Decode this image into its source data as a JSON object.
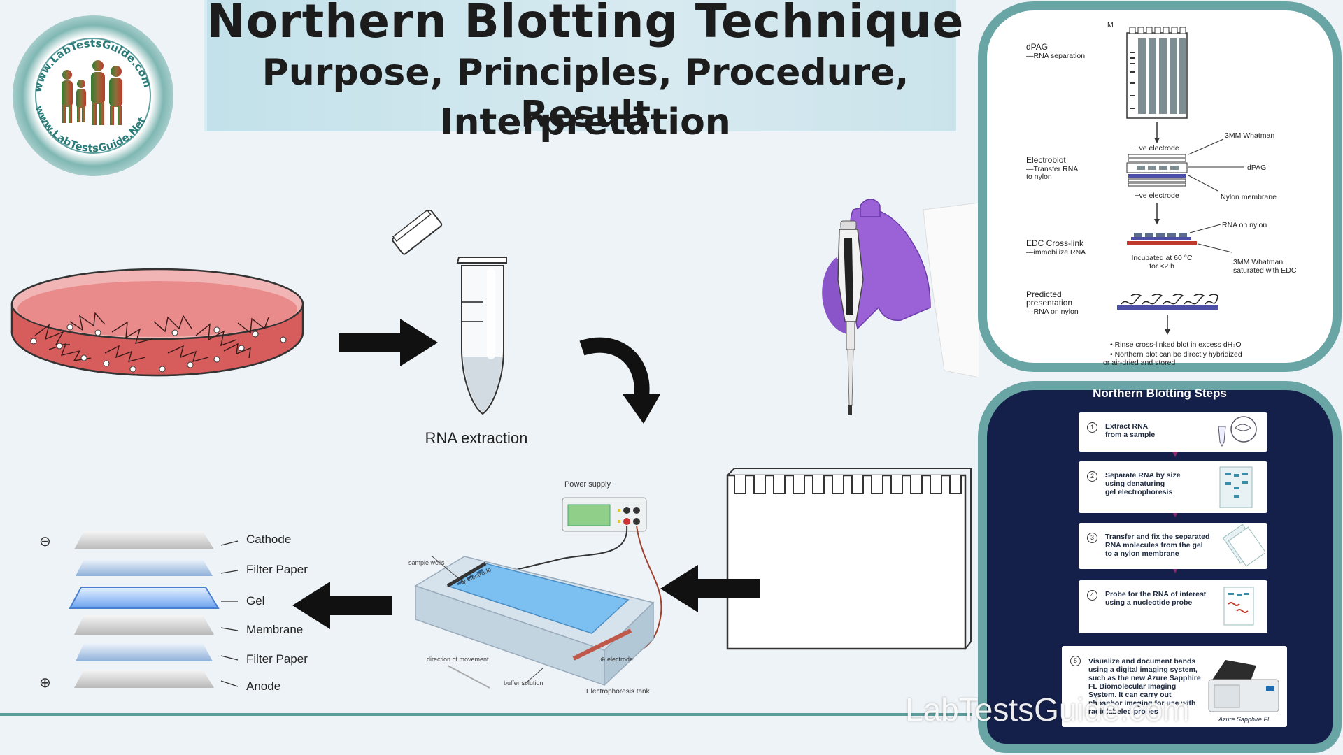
{
  "title": {
    "line1": "Northern Blotting Technique",
    "line2": "Purpose, Principles, Procedure, Result",
    "line3": "Interpretation"
  },
  "logo": {
    "top_text": "www.LabTestsGuide.com",
    "bottom_text": "www.LabTestsGuide.Net"
  },
  "flow": {
    "rna_extraction": "RNA extraction",
    "power_supply": "Power supply",
    "sample_wells": "sample wells",
    "electrode_neg": "⊖ electrode",
    "electrode_pos": "⊕ electrode",
    "direction": "direction of movement",
    "buffer": "buffer solution",
    "tank": "Electrophoresis tank"
  },
  "stack": {
    "minus": "⊖",
    "plus": "⊕",
    "layers": [
      "Cathode",
      "Filter Paper",
      "Gel",
      "Membrane",
      "Filter Paper",
      "Anode"
    ]
  },
  "schematic": {
    "m_label": "M",
    "dpag": "dPAG",
    "dpag_sub": "—RNA separation",
    "electroblot": "Electroblot",
    "electroblot_sub1": "—Transfer RNA",
    "electroblot_sub2": "to nylon",
    "neg_electrode": "−ve electrode",
    "pos_electrode": "+ve electrode",
    "whatman": "3MM Whatman",
    "dpag_right": "dPAG",
    "nylon": "Nylon membrane",
    "edc": "EDC Cross-link",
    "edc_sub": "—immobilize RNA",
    "rna_on_nylon": "RNA on nylon",
    "incubated1": "Incubated at 60 °C",
    "incubated2": "for <2 h",
    "whatman_edc1": "3MM Whatman",
    "whatman_edc2": "saturated with EDC",
    "predicted": "Predicted",
    "presentation": "presentation",
    "predicted_sub": "—RNA on nylon",
    "bullet1": "• Rinse cross-linked blot in excess dH₂O",
    "bullet2": "• Northern blot can be directly hybridized",
    "bullet3": "or air-dried and stored"
  },
  "steps": {
    "title": "Northern Blotting Steps",
    "items": [
      {
        "num": "1",
        "text": "Extract RNA\nfrom a sample"
      },
      {
        "num": "2",
        "text": "Separate RNA by size\nusing denaturing\ngel electrophoresis"
      },
      {
        "num": "3",
        "text": "Transfer and fix the separated\nRNA molecules from the gel\nto a nylon membrane"
      },
      {
        "num": "4",
        "text": "Probe for the RNA of interest\nusing a nucleotide probe"
      },
      {
        "num": "5",
        "text": "Visualize and document bands\nusing a digital imaging system,\nsuch as the new Azure Sapphire\nFL Biomolecular Imaging\nSystem. It can carry out\nphosphor imaging for use with\nradiolabeled probes."
      }
    ],
    "device_label": "Azure Sapphire FL"
  },
  "watermark": "LabTestsGuide.com",
  "colors": {
    "teal_border": "#6aa5a5",
    "navy_panel": "#15204a",
    "glove": "#8a55c8",
    "dish_red": "#d96a6a",
    "gel_blue": "#7cc0f2"
  }
}
